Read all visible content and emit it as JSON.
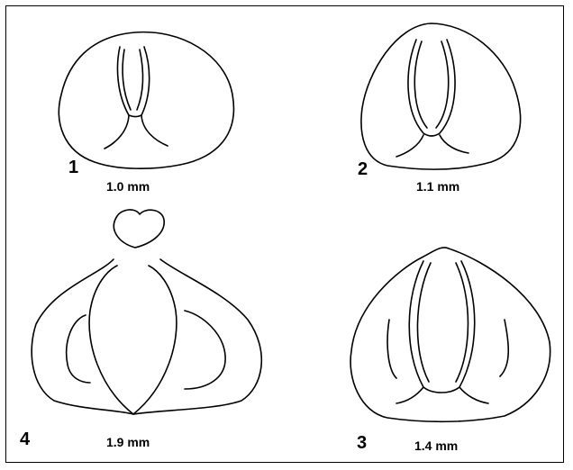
{
  "panels": [
    {
      "number": "1",
      "size": "1.0 mm"
    },
    {
      "number": "2",
      "size": "1.1 mm"
    },
    {
      "number": "3",
      "size": "1.4 mm"
    },
    {
      "number": "4",
      "size": "1.9 mm"
    }
  ]
}
